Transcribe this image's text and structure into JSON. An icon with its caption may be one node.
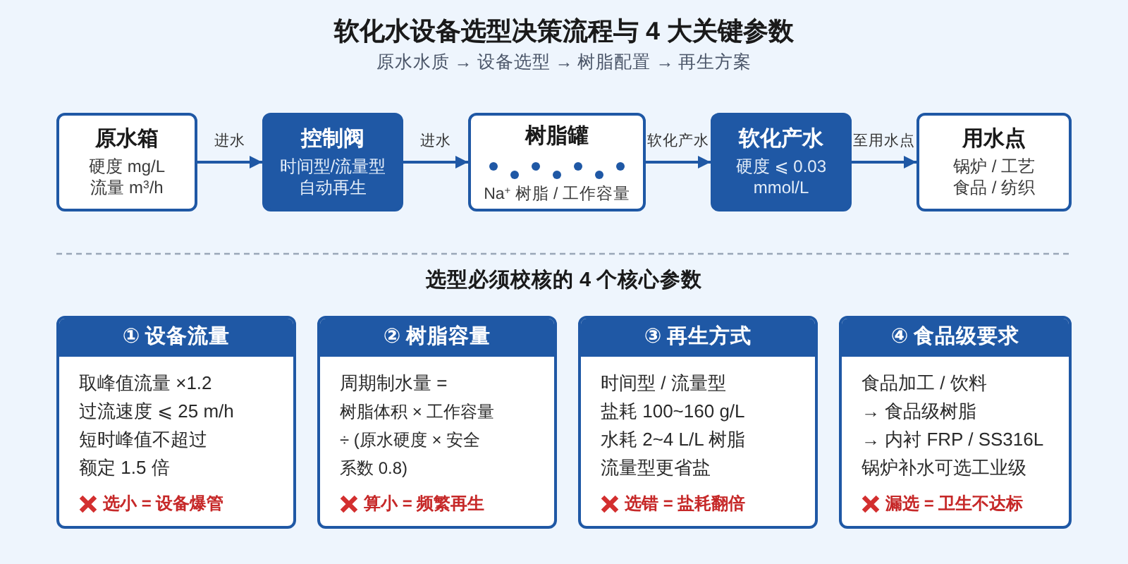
{
  "diagram": {
    "title": "软化水设备选型决策流程与 4 大关键参数",
    "nodes": [
      {
        "text": [
          "原水箱",
          "硬度 mg/L",
          "流量 m$^{3}$/h"
        ]
      },
      {
        "text": [
          "控制阀",
          "时间型/流量型",
          "自动再生"
        ]
      },
      {
        "text": [
          "树脂罐",
          "Na$^{+}$ 树脂 / 工作容量"
        ]
      },
      {
        "text": [
          "软化产水",
          "硬度 ⩽ 0.03 mmol/L"
        ]
      },
      {
        "text": [
          "用水点",
          "锅炉 / 工艺",
          "食品 / 纺织"
        ]
      },
      {
        "text": [
          "① 设备流量",
          "取峰值流量 ×1.2",
          "过流速度 ⩽ 25 m/h",
          "短时峰值不超过额定 1.5 倍",
          "选小 = 设备爆管"
        ]
      },
      {
        "text": [
          "② 树脂容量",
          "周期制水量 =",
          "树脂体积 × 工作容量",
          "÷ (原水硬度 × 安全系数 0.8)",
          "算小 = 频繁再生"
        ]
      },
      {
        "text": [
          "③ 再生方式",
          "时间型 / 流量型",
          "盐耗 100~160 g/L",
          "水耗 2~4 L/L 树脂",
          "流量型更省盐",
          "选错 = 盐耗翻倍"
        ]
      },
      {
        "text": [
          "④ 食品级要求",
          "食品加工 / 饮料",
          "→ 食品级树脂",
          "→ 内衬 FRP / SS316L",
          "锅炉补水可选工业级",
          "漏选 = 卫生不达标"
        ]
      }
    ],
    "edges": [
      {
        "from": 0,
        "to": 1,
        "arrow": "to",
        "label": "进水"
      },
      {
        "from": 1,
        "to": 2,
        "arrow": "to",
        "label": "进水"
      },
      {
        "from": 2,
        "to": 3,
        "arrow": "to",
        "label": "软化产水"
      },
      {
        "from": 3,
        "to": 4,
        "arrow": "to",
        "label": "至用水点"
      }
    ],
    "labels": [
      "原水水质 → 设备选型 → 树脂配置 → 再生方案",
      "选型必须校核的 4 个核心参数"
    ]
  }
}
